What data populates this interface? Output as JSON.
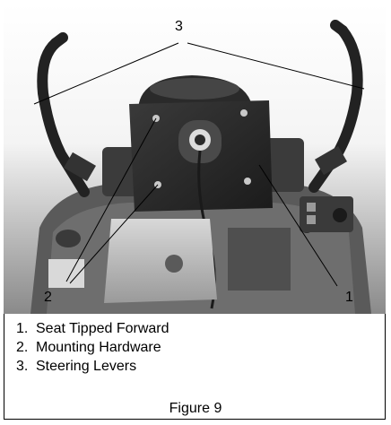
{
  "callouts": {
    "one": "1",
    "two": "2",
    "three": "3"
  },
  "legend": [
    {
      "num": "1.",
      "text": "Seat Tipped Forward"
    },
    {
      "num": "2.",
      "text": "Mounting Hardware"
    },
    {
      "num": "3.",
      "text": "Steering Levers"
    }
  ],
  "caption": "Figure 9"
}
